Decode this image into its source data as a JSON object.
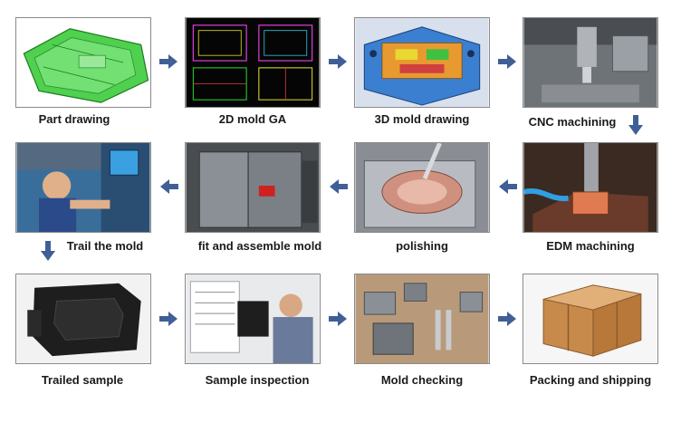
{
  "steps": [
    {
      "label": "Part drawing"
    },
    {
      "label": "2D mold GA"
    },
    {
      "label": "3D mold drawing"
    },
    {
      "label": "CNC machining"
    },
    {
      "label": "EDM machining"
    },
    {
      "label": "polishing"
    },
    {
      "label": "fit and assemble mold"
    },
    {
      "label": "Trail the mold"
    },
    {
      "label": "Trailed sample"
    },
    {
      "label": "Sample inspection"
    },
    {
      "label": "Mold checking"
    },
    {
      "label": "Packing and shipping"
    }
  ],
  "colors": {
    "arrow": "#3f5f96",
    "frame": "#8a8a8a"
  }
}
